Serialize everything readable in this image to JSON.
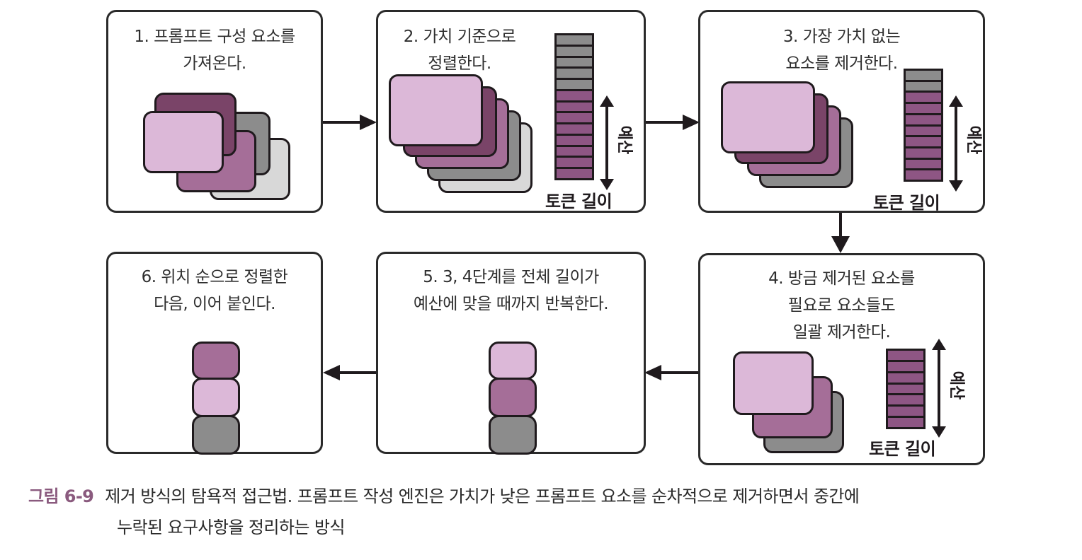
{
  "colors": {
    "light_purple": "#dcb8d8",
    "dark_purple": "#7a4468",
    "mid_purple": "#a56e98",
    "dark_gray": "#8c8c8c",
    "light_gray": "#d8d8d8",
    "budget_segment": "#8e5684",
    "outline": "#1f1a1d",
    "caption_label": "#8a5a7e"
  },
  "steps": [
    {
      "id": 1,
      "title_line1": "1. 프롬프트 구성 요소를",
      "title_line2": "가져온다."
    },
    {
      "id": 2,
      "title_line1": "2. 가치 기준으로",
      "title_line2": "정렬한다.",
      "budget_label": "예산",
      "token_length_label": "토큰 길이",
      "segments_over_budget": 5,
      "segments_in_budget": 8
    },
    {
      "id": 3,
      "title_line1": "3. 가장 가치 없는",
      "title_line2": "요소를 제거한다.",
      "budget_label": "예산",
      "token_length_label": "토큰 길이",
      "segments_over_budget": 2,
      "segments_in_budget": 8
    },
    {
      "id": 4,
      "title_line1": "4. 방금 제거된 요소를",
      "title_line2": "필요로 요소들도",
      "title_line3": "일괄 제거한다.",
      "budget_label": "예산",
      "token_length_label": "토큰 길이",
      "segments_over_budget": 0,
      "segments_in_budget": 7
    },
    {
      "id": 5,
      "title_line1": "5. 3, 4단계를 전체 길이가",
      "title_line2": "예산에 맞을 때까지 반복한다."
    },
    {
      "id": 6,
      "title_line1": "6. 위치 순으로 정렬한",
      "title_line2": "다음, 이어 붙인다."
    }
  ],
  "caption": {
    "label": "그림 6-9",
    "line1": "제거 방식의 탐욕적 접근법. 프롬프트 작성 엔진은 가치가 낮은 프롬프트 요소를 순차적으로 제거하면서 중간에",
    "line2": "누락된 요구사항을 정리하는 방식"
  }
}
